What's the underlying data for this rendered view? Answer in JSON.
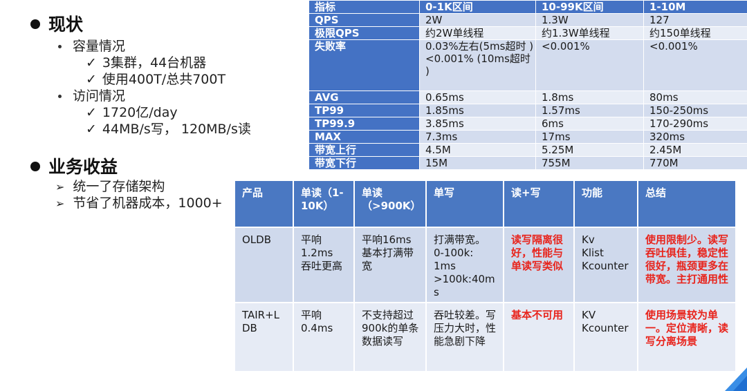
{
  "left": {
    "section1": "现状",
    "capacity_label": "容量情况",
    "capacity_items": [
      "3集群，44台机器",
      "使用400T/总共700T"
    ],
    "access_label": "访问情况",
    "access_items": [
      "1720亿/day",
      "44MB/s写， 120MB/s读"
    ],
    "section2": "业务收益",
    "benefit_items": [
      "统一了存储架构",
      "节省了机器成本，1000+"
    ]
  },
  "table1": {
    "headers": [
      "指标",
      "0-1K区间",
      "10-99K区间",
      "1-10M"
    ],
    "rows": [
      {
        "label": "QPS",
        "cells": [
          "2W",
          "1.3W",
          "127"
        ]
      },
      {
        "label": "极限QPS",
        "cells": [
          "约2W单线程",
          "约1.3W单线程",
          "约150单线程"
        ]
      },
      {
        "label": "失败率",
        "cells": [
          "0.03%左右(5ms超时 )\n<0.001% (10ms超时 )",
          "<0.001%",
          "<0.001%"
        ]
      },
      {
        "label": "AVG",
        "cells": [
          "0.65ms",
          "1.8ms",
          "80ms"
        ]
      },
      {
        "label": "TP99",
        "cells": [
          "1.85ms",
          "1.57ms",
          "150-250ms"
        ]
      },
      {
        "label": "TP99.9",
        "cells": [
          "3.85ms",
          "6ms",
          "170-290ms"
        ]
      },
      {
        "label": "MAX",
        "cells": [
          "7.3ms",
          "17ms",
          "320ms"
        ]
      },
      {
        "label": "带宽上行",
        "cells": [
          "4.5M",
          "5.25M",
          "2.45M"
        ]
      },
      {
        "label": "带宽下行",
        "cells": [
          "15M",
          "755M",
          "770M"
        ]
      }
    ]
  },
  "table2": {
    "headers": [
      "产品",
      "单读（1-10K）",
      "单读 （>900K）",
      "单写",
      "读+写",
      "功能",
      "总结"
    ],
    "rows": [
      {
        "cells": [
          "OLDB",
          "平响\n1.2ms\n吞吐更高",
          "平响16ms\n基本打满带宽",
          "打满带宽。\n0-100k:\n1ms\n>100k:40ms",
          "读写隔离很好，性能与单读写类似",
          "Kv\nKlist\nKcounter",
          "使用限制少。读写吞吐俱佳，稳定性很好，瓶颈更多在带宽。主打通用性"
        ]
      },
      {
        "cells": [
          "TAIR+LDB",
          "平响\n0.4ms",
          "不支持超过900k的单条数据读写",
          "吞吐较差。写压力大时，性能急剧下降",
          "基本不可用",
          "KV\nKcounter",
          "使用场景较为单一。定位清晰，读写分离场景"
        ]
      }
    ]
  },
  "colors": {
    "header_blue": "#4472c4",
    "cell_light": "#d3dcee",
    "highlight_red": "#e8241c"
  }
}
